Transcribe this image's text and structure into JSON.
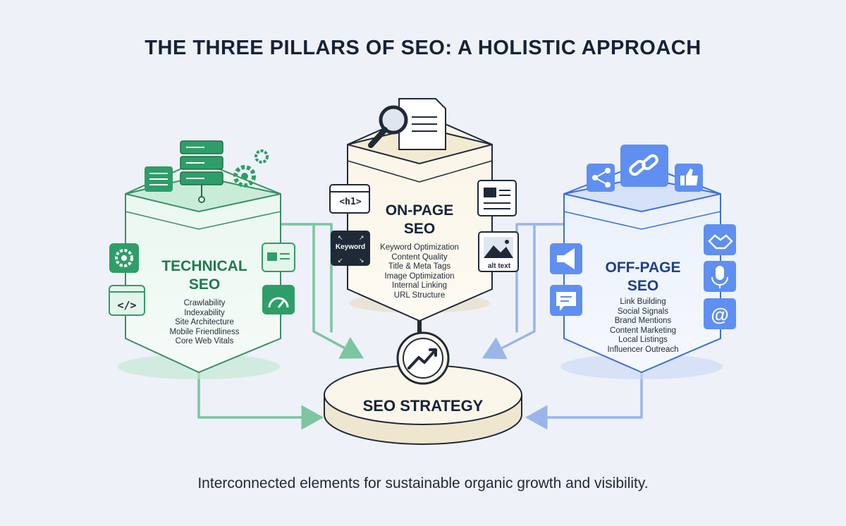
{
  "title": "THE THREE PILLARS OF SEO: A HOLISTIC APPROACH",
  "subtitle": "Interconnected elements for sustainable organic growth and visibility.",
  "center": {
    "label": "SEO STRATEGY"
  },
  "pillars": {
    "technical": {
      "title_line1": "TECHNICAL",
      "title_line2": "SEO",
      "items": [
        "Crawlability",
        "Indexability",
        "Site Architecture",
        "Mobile Friendliness",
        "Core Web Vitals"
      ],
      "icons": [
        "sliders-icon",
        "server-icon",
        "gear-icon",
        "settings-gear-icon",
        "code-window-icon",
        "webpage-layout-icon",
        "speed-gauge-icon"
      ]
    },
    "onpage": {
      "title_line1": "ON-PAGE",
      "title_line2": "SEO",
      "items": [
        "Keyword Optimization",
        "Content Quality",
        "Title & Meta Tags",
        "Image Optimization",
        "Internal Linking",
        "URL Structure"
      ],
      "badges": {
        "h1": "<h1>",
        "keyword": "Keyword",
        "alt": "alt text"
      },
      "icons": [
        "magnifier-document-icon",
        "h1-window-icon",
        "keyword-icon",
        "article-icon",
        "image-alt-icon"
      ]
    },
    "offpage": {
      "title_line1": "OFF-PAGE",
      "title_line2": "SEO",
      "items": [
        "Link Building",
        "Social Signals",
        "Brand Mentions",
        "Content Marketing",
        "Local Listings",
        "Influencer Outreach"
      ],
      "icons": [
        "share-icon",
        "link-icon",
        "thumbs-up-icon",
        "megaphone-icon",
        "chat-icon",
        "handshake-icon",
        "microphone-icon",
        "at-sign-icon"
      ]
    }
  },
  "colors": {
    "technical": "#2e9e68",
    "onpage": "#152238",
    "offpage": "#3f6fd8",
    "background": "#eef1f7"
  }
}
